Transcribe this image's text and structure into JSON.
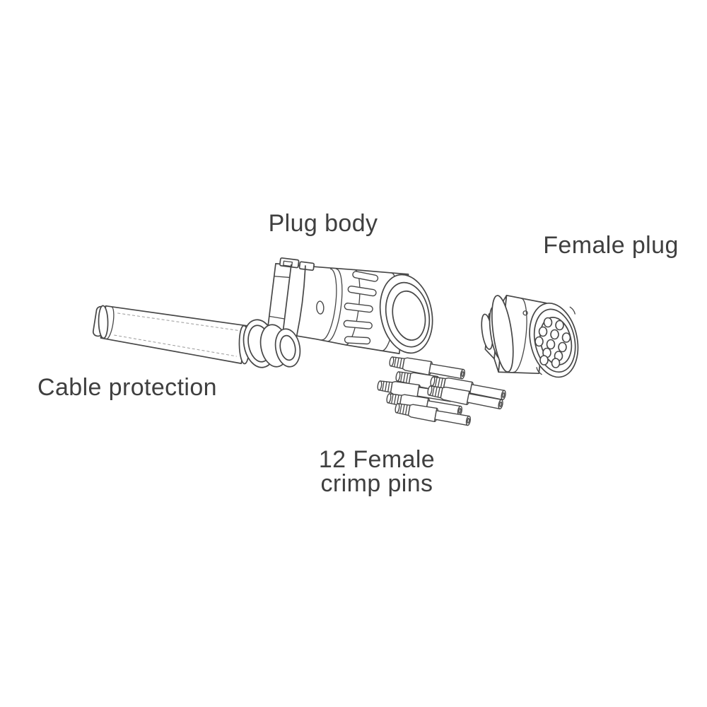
{
  "labels": {
    "plug_body": "Plug body",
    "female_plug": "Female plug",
    "cable_protection": "Cable protection",
    "crimp_pins_line1": "12 Female",
    "crimp_pins_line2": "crimp pins"
  },
  "colors": {
    "background": "#ffffff",
    "line": "#474747",
    "text": "#3f3f3f"
  }
}
